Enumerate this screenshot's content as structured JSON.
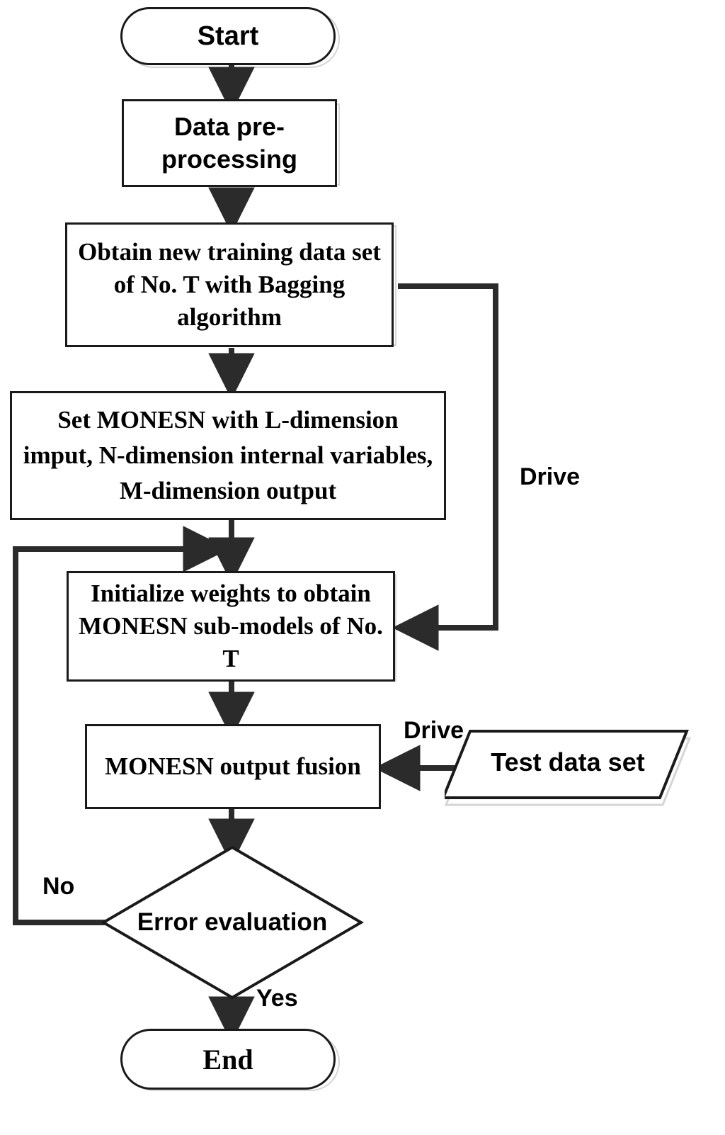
{
  "diagram": {
    "title": "MONESN Bagging ensemble modeling flowchart",
    "type": "flowchart",
    "nodes": [
      {
        "id": "start",
        "shape": "stadium",
        "label": "Start"
      },
      {
        "id": "preproc",
        "shape": "rectangle",
        "label": "Data pre-processing"
      },
      {
        "id": "bagging",
        "shape": "rectangle",
        "label": "Obtain new training data set of No. T with Bagging algorithm"
      },
      {
        "id": "setnet",
        "shape": "rectangle",
        "label": "Set MONESN with L-dimension imput, N-dimension internal variables, M-dimension output"
      },
      {
        "id": "init",
        "shape": "rectangle",
        "label": "Initialize weights to obtain MONESN sub-models of No. T"
      },
      {
        "id": "fusion",
        "shape": "rectangle",
        "label": "MONESN output fusion"
      },
      {
        "id": "testdata",
        "shape": "parallelogram",
        "label": "Test data set"
      },
      {
        "id": "error",
        "shape": "diamond",
        "label": "Error evaluation"
      },
      {
        "id": "end",
        "shape": "stadium",
        "label": "End"
      }
    ],
    "edge_labels": {
      "drive_upper": "Drive",
      "drive_lower": "Drive",
      "no": "No",
      "yes": "Yes"
    },
    "colors": {
      "stroke": "#1a1a1a",
      "shadow": "#d5d5d5",
      "ghost_text": "#e0e0e0",
      "background": "#ffffff"
    }
  }
}
